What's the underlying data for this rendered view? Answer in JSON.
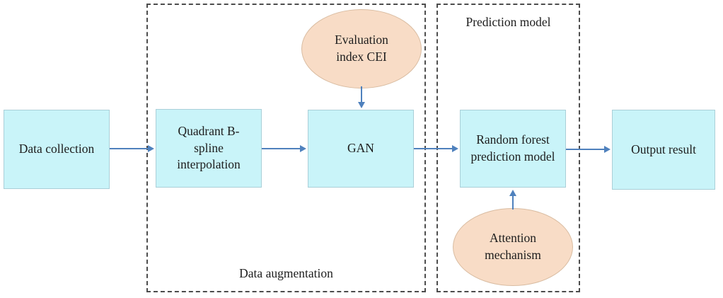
{
  "diagram": {
    "nodes": {
      "data_collection": "Data collection",
      "quadrant_bspline": "Quadrant B-spline interpolation",
      "gan": "GAN",
      "random_forest": "Random forest prediction model",
      "output_result": "Output result",
      "evaluation_index": "Evaluation index CEI",
      "attention_mechanism": "Attention mechanism"
    },
    "groups": {
      "data_augmentation": "Data augmentation",
      "prediction_model": "Prediction model"
    },
    "colors": {
      "box_fill": "#c9f4f9",
      "box_border": "#aacfd8",
      "ellipse_fill": "#f8dcc6",
      "ellipse_border": "#d9bca1",
      "arrow": "#4f81bd",
      "dashed_border": "#4d4d4d"
    }
  }
}
